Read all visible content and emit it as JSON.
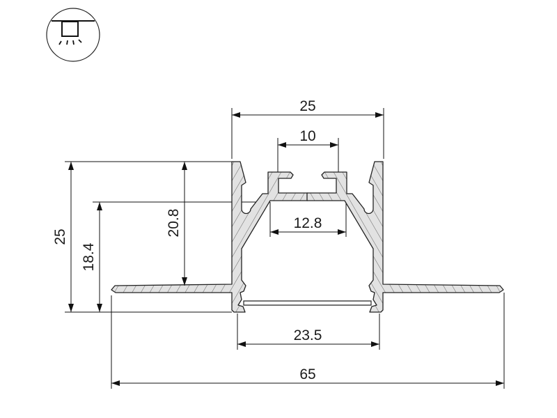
{
  "icon": "recessed-ceiling-light-icon",
  "colors": {
    "line": "#111111",
    "profile_fill": "#e2e2e2",
    "hatch": "#555555"
  },
  "dimensions": {
    "overall_width": "65",
    "profile_width": "25",
    "channel_width": "10",
    "inner_top_width": "12.8",
    "diffuser_width": "23.5",
    "profile_height": "25",
    "inner_height": "18.4",
    "flange_to_top_height": "20.8"
  }
}
